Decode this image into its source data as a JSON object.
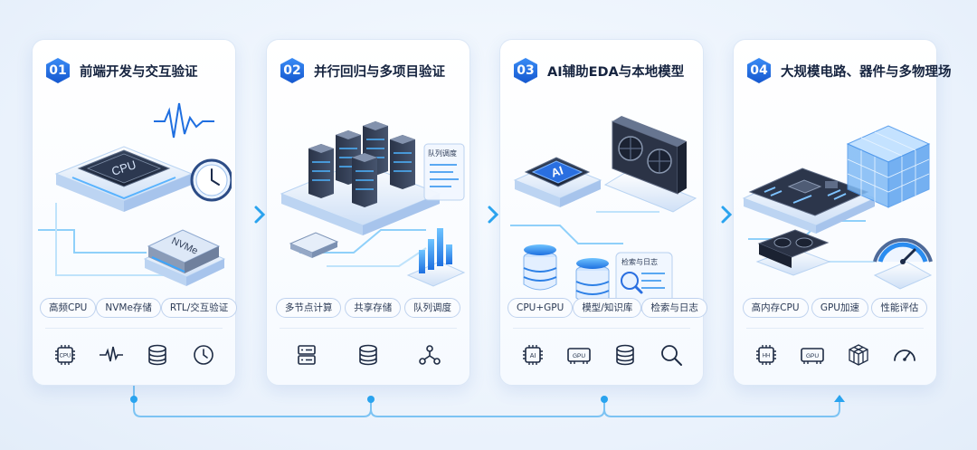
{
  "steps": [
    {
      "number": "01",
      "title": "前端开发与交互验证",
      "tags": [
        "高频CPU",
        "NVMe存储",
        "RTL/交互验证"
      ],
      "illustration_labels": {
        "chip": "CPU",
        "drive": "NVMe"
      },
      "icons": [
        "cpu-icon",
        "waveform-icon",
        "database-icon",
        "clock-icon"
      ],
      "icon_texts": {
        "cpu": "CPU"
      }
    },
    {
      "number": "02",
      "title": "并行回归与多项目验证",
      "tags": [
        "多节点计算",
        "共享存储",
        "队列调度"
      ],
      "illustration_labels": {
        "panel": "队列调度"
      },
      "icons": [
        "server-icon",
        "database-icon",
        "network-icon"
      ]
    },
    {
      "number": "03",
      "title": "AI辅助EDA与本地模型",
      "tags": [
        "CPU+GPU",
        "模型/知识库",
        "检索与日志"
      ],
      "illustration_labels": {
        "chip": "AI",
        "panel": "检索与日志"
      },
      "icons": [
        "ai-chip-icon",
        "gpu-icon",
        "database-icon",
        "search-icon"
      ],
      "icon_texts": {
        "ai": "AI",
        "gpu": "GPU"
      }
    },
    {
      "number": "04",
      "title": "大规模电路、器件与多物理场",
      "tags": [
        "高内存CPU",
        "GPU加速",
        "性能评估"
      ],
      "icons": [
        "memory-chip-icon",
        "gpu-icon",
        "cube-grid-icon",
        "gauge-icon"
      ],
      "icon_texts": {
        "mem": "HH",
        "gpu": "GPU"
      }
    }
  ],
  "colors": {
    "accent": "#1f6fe0",
    "accent_light": "#49b6f5",
    "text": "#15233f"
  }
}
